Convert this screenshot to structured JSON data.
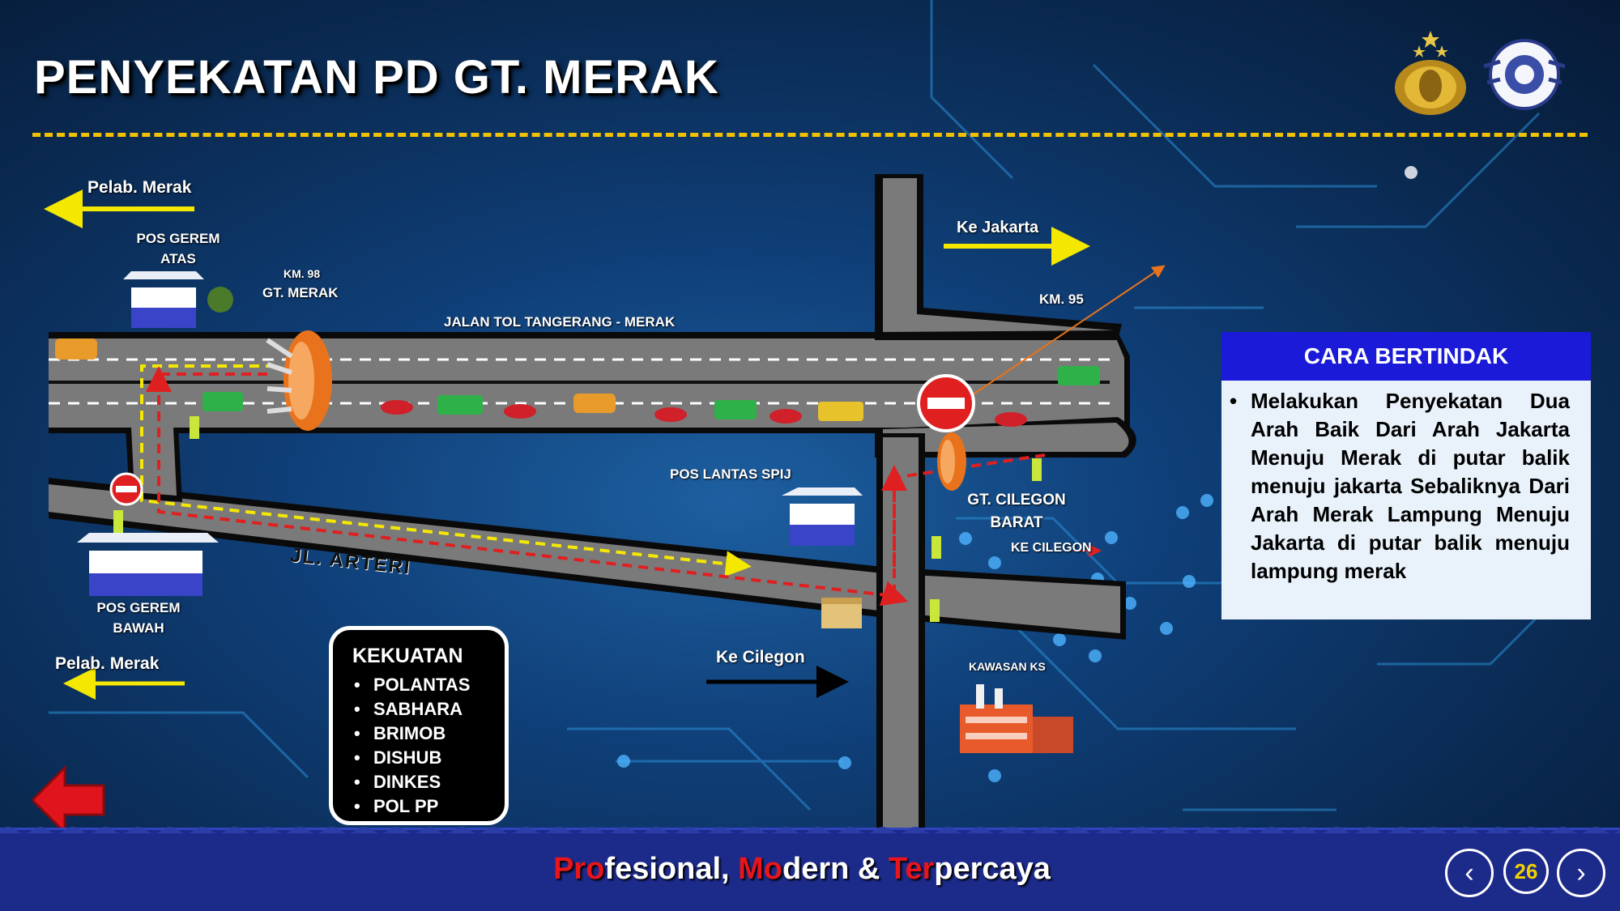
{
  "slide": {
    "title": "PENYEKATAN PD GT. MERAK",
    "tagline": [
      {
        "text": "Pro",
        "red": true
      },
      {
        "text": "fesional, ",
        "red": false
      },
      {
        "text": "Mo",
        "red": true
      },
      {
        "text": "dern & ",
        "red": false
      },
      {
        "text": "Ter",
        "red": true
      },
      {
        "text": "percaya",
        "red": false
      }
    ],
    "page_number": "26"
  },
  "map": {
    "pelab_merak_top": "Pelab. Merak",
    "pelab_merak_bottom": "Pelab. Merak",
    "pos_gerem_atas": "POS GEREM\nATAS",
    "km98": "KM. 98",
    "gt_merak": "GT. MERAK",
    "jalan_tol": "JALAN TOL TANGERANG - MERAK",
    "ke_jakarta": "Ke Jakarta",
    "km95": "KM. 95",
    "pos_lantas": "POS LANTAS SPIJ",
    "gt_cilegon": "GT.  CILEGON\nBARAT",
    "ke_cilegon_small": "KE CILEGON",
    "jl_arteri": "JL. ARTERI",
    "pos_gerem_bawah": "POS GEREM\nBAWAH",
    "ke_cilegon": "Ke Cilegon",
    "kawasan_ks": "KAWASAN KS"
  },
  "cara_bertindak": {
    "title": "CARA BERTINDAK",
    "text": "Melakukan Penyekatan Dua Arah Baik Dari Arah Jakarta Menuju Merak di putar balik menuju jakarta Sebaliknya Dari Arah Merak Lampung Menuju Jakarta di putar balik menuju lampung merak"
  },
  "kekuatan": {
    "title": "KEKUATAN",
    "items": [
      "POLANTAS",
      "SABHARA",
      "BRIMOB",
      "DISHUB",
      "DINKES",
      "POL PP"
    ]
  },
  "colors": {
    "accent_yellow": "#f2c200",
    "header_blue": "#1a1ad8",
    "footer_blue": "#1c2a8a",
    "route_red": "#e02020",
    "road_gray": "#7b7b7b"
  },
  "icons": [
    "police-emblem-icon",
    "traffic-emblem-icon",
    "back-arrow-icon",
    "prev-icon",
    "next-icon",
    "no-entry-icon",
    "guard-post-icon",
    "factory-icon"
  ]
}
